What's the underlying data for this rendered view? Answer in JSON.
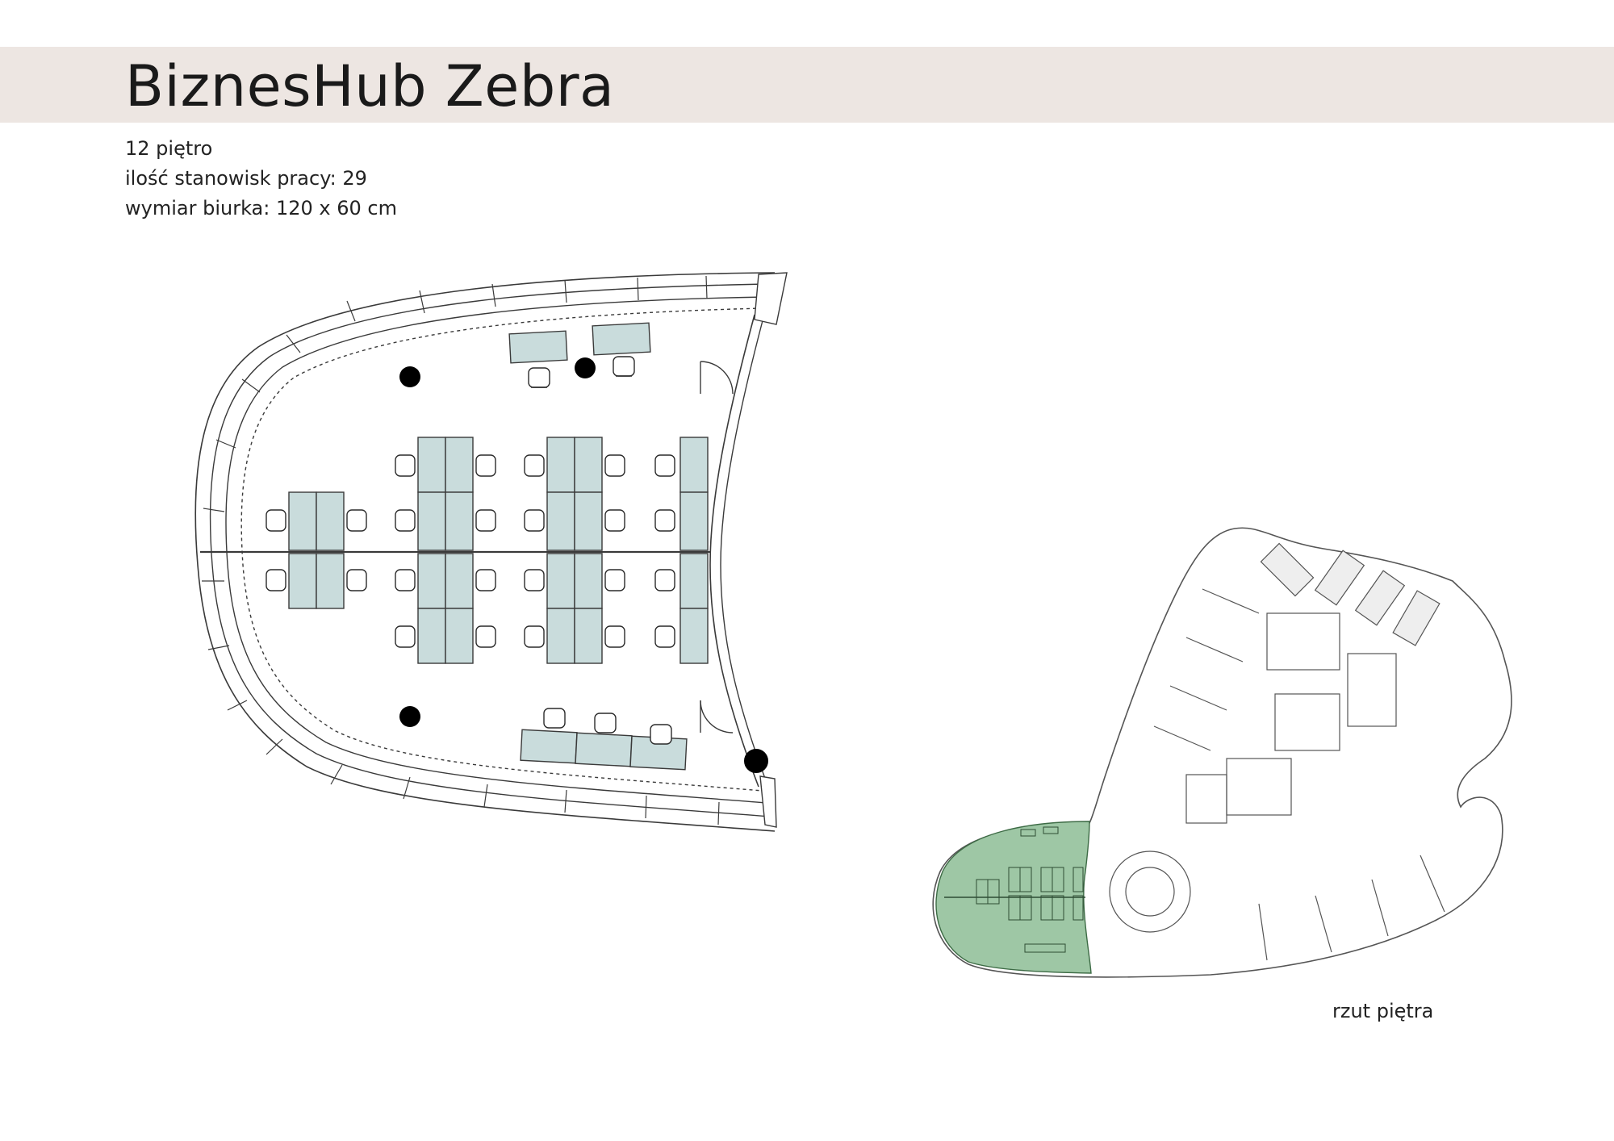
{
  "header": {
    "title": "BiznesHub Zebra"
  },
  "specs": {
    "floor": "12 piętro",
    "workstations": "ilość stanowisk pracy: 29",
    "desk_size": "wymiar biurka: 120 x 60 cm"
  },
  "overview": {
    "caption": "rzut piętra"
  },
  "colors": {
    "header_band": "#ede6e2",
    "desk_fill": "#c9dcdc",
    "highlight_area": "#9ec7a5",
    "column": "#000000",
    "line": "#3a3a3a"
  },
  "plan": {
    "workstation_count": 29
  }
}
